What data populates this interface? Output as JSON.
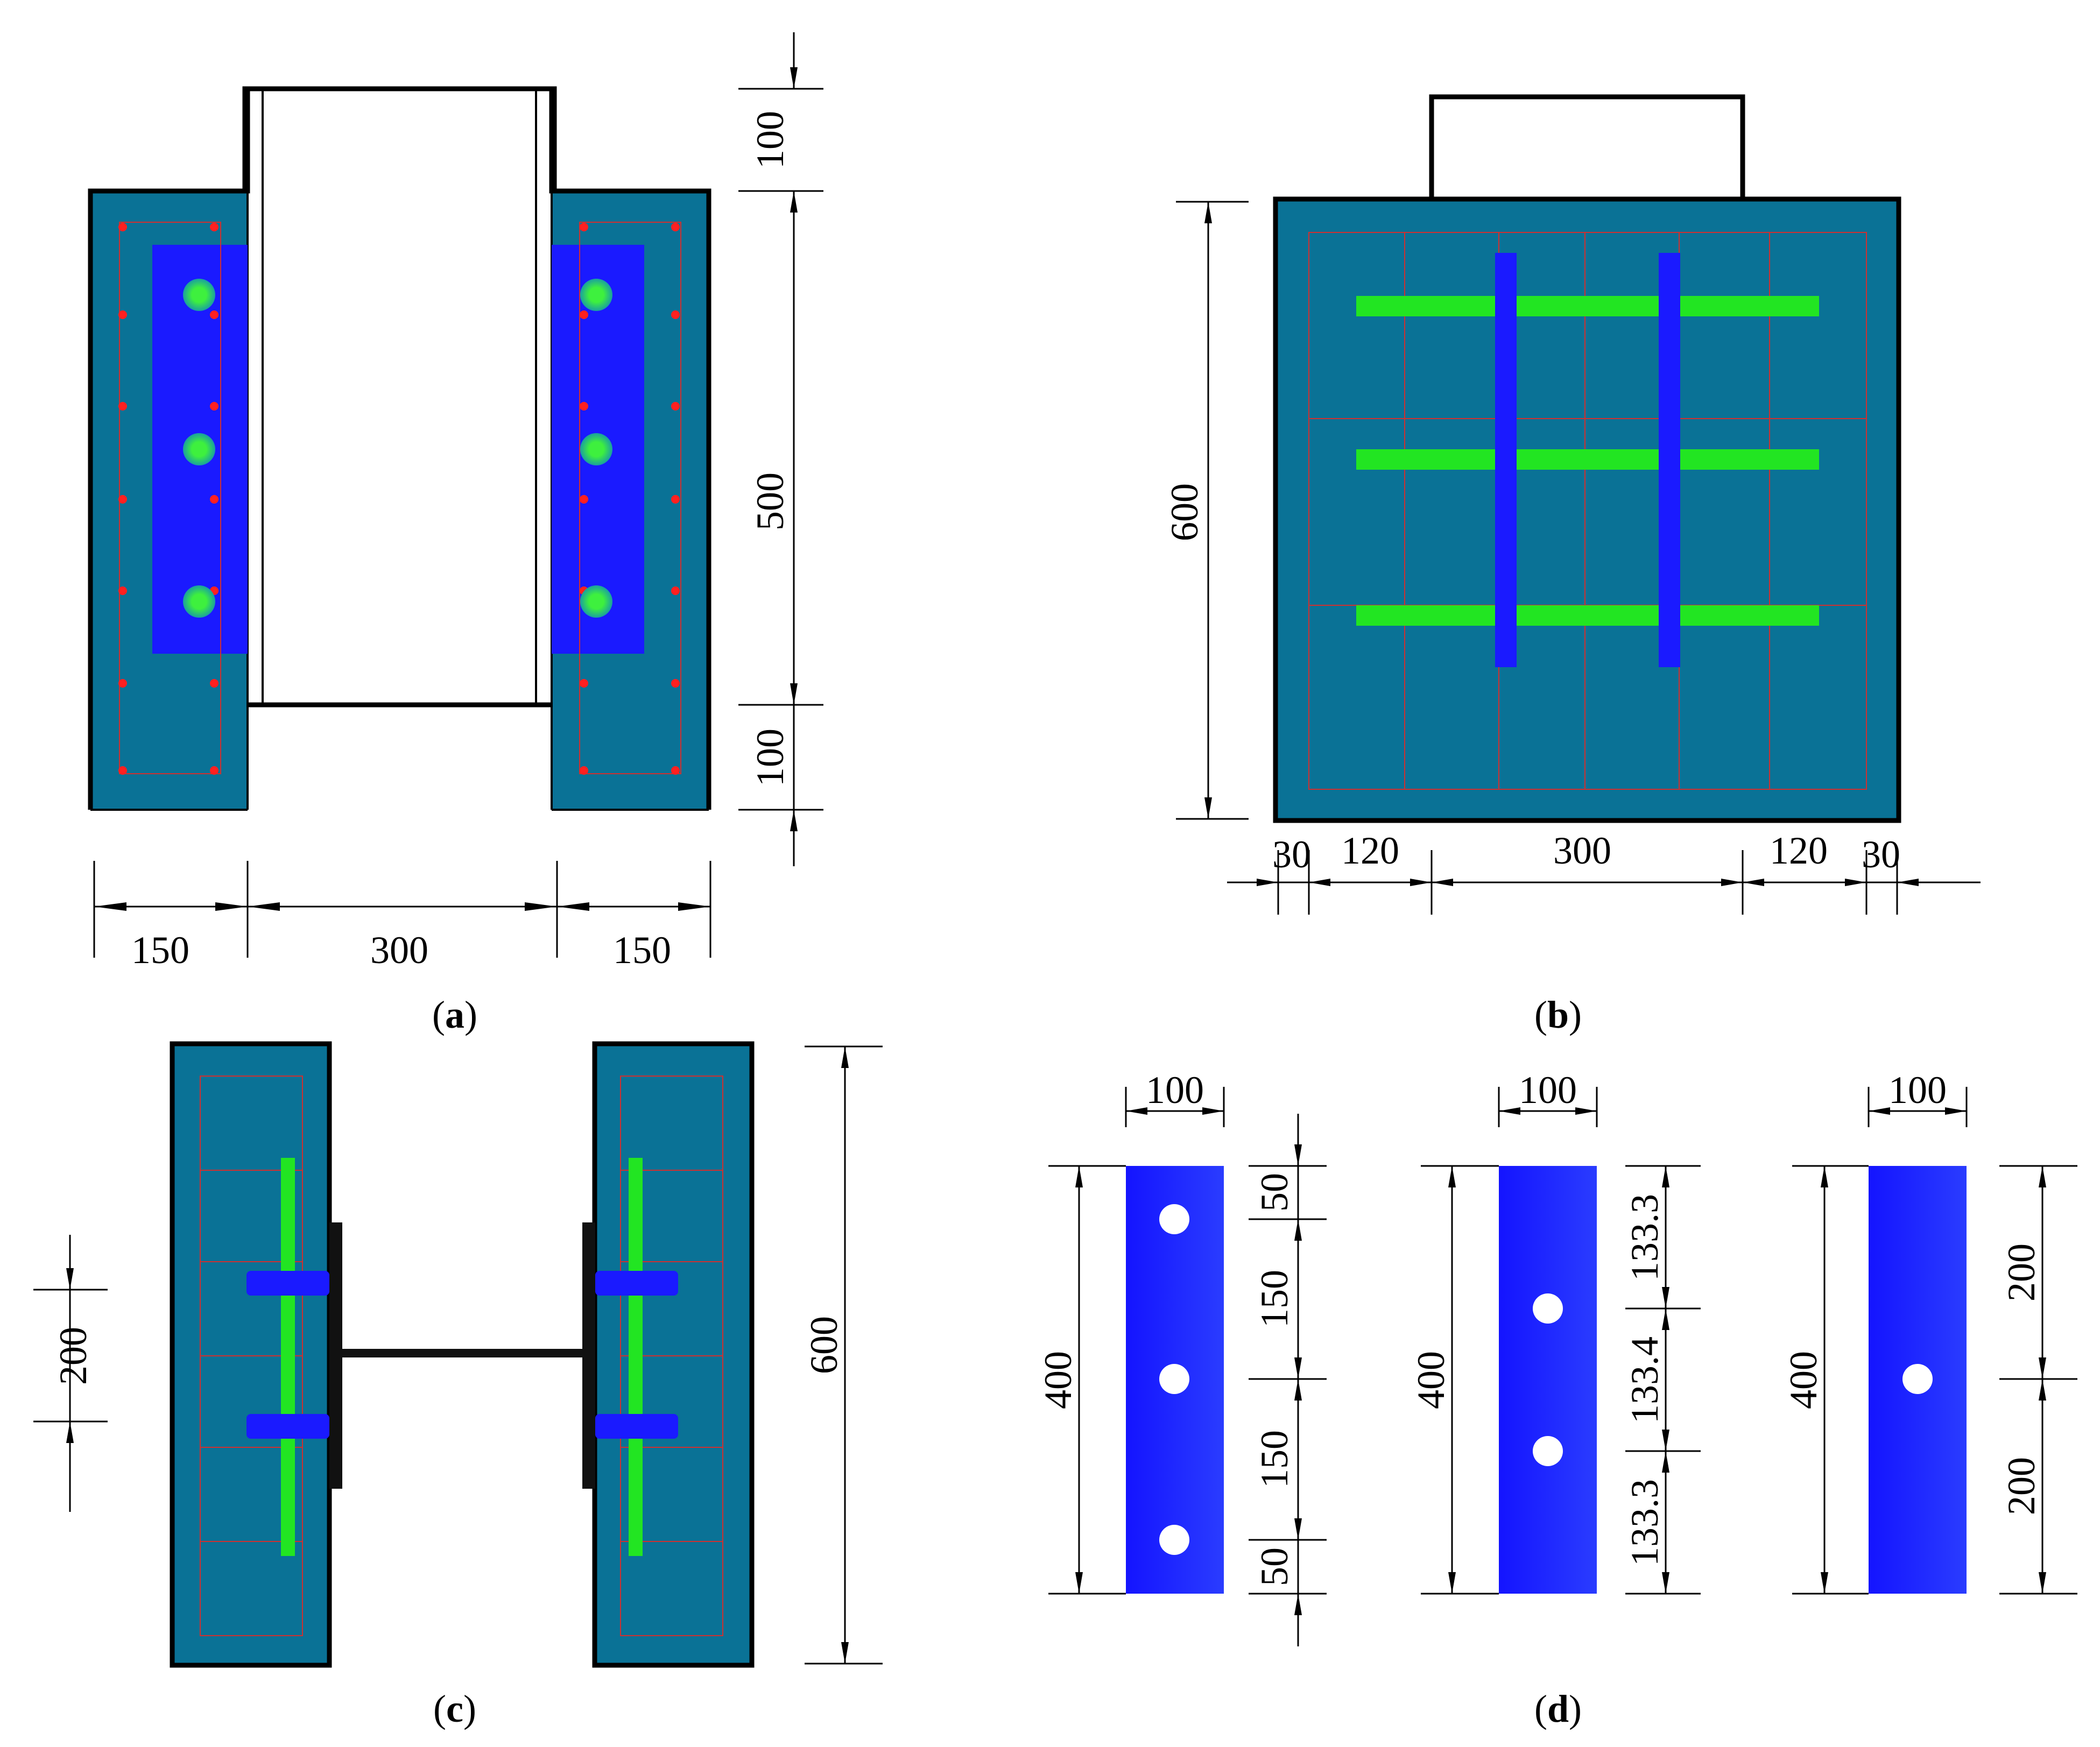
{
  "colors": {
    "concrete": "#0a7296",
    "steel_plate": "#1a1aff",
    "stud": "#22e522",
    "rebar_node": "#ff2020",
    "rebar_line": "#d03030",
    "outline": "#000000"
  },
  "panels": {
    "a": {
      "caption": "a",
      "dims": {
        "top": "100",
        "middle": "500",
        "bottom": "100",
        "left": "150",
        "center": "300",
        "right": "150"
      }
    },
    "b": {
      "caption": "b",
      "dims": {
        "height": "600",
        "w1": "30",
        "w2": "120",
        "w3": "300",
        "w4": "120",
        "w5": "30"
      }
    },
    "c": {
      "caption": "c",
      "dims": {
        "spacing": "200",
        "height": "600"
      }
    },
    "d": {
      "caption": "d",
      "plates": [
        {
          "width": "100",
          "height": "400",
          "holes": 3,
          "segments": [
            "50",
            "150",
            "150",
            "50"
          ]
        },
        {
          "width": "100",
          "height": "400",
          "holes": 2,
          "segments": [
            "133.3",
            "133.4",
            "133.3"
          ]
        },
        {
          "width": "100",
          "height": "400",
          "holes": 1,
          "segments": [
            "200",
            "200"
          ]
        }
      ]
    }
  }
}
